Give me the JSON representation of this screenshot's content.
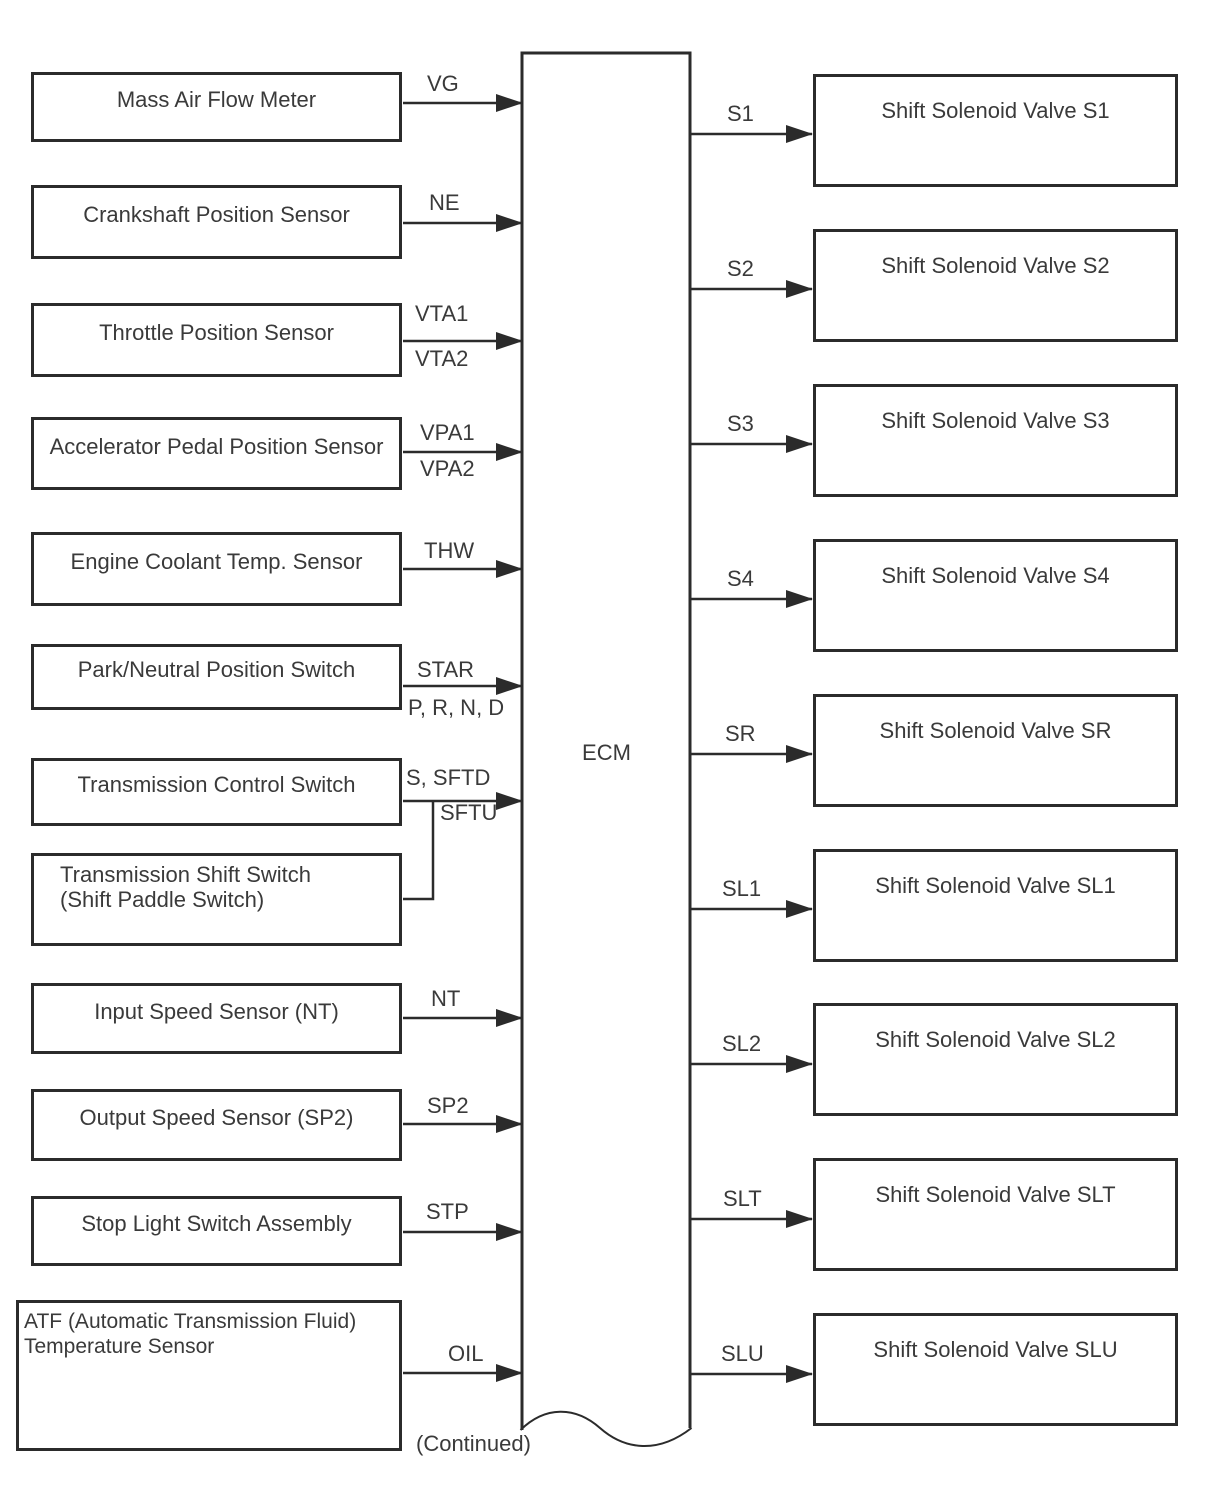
{
  "colors": {
    "line": "#2b2b2b",
    "text": "#3a3a3a"
  },
  "ecm_label": "ECM",
  "continued_label": "(Continued)",
  "inputs": [
    {
      "label": "Mass Air Flow Meter",
      "signal_top": "VG"
    },
    {
      "label": "Crankshaft Position Sensor",
      "signal_top": "NE"
    },
    {
      "label": "Throttle Position Sensor",
      "signal_top": "VTA1",
      "signal_bottom": "VTA2"
    },
    {
      "label": "Accelerator Pedal Position Sensor",
      "signal_top": "VPA1",
      "signal_bottom": "VPA2"
    },
    {
      "label": "Engine Coolant Temp. Sensor",
      "signal_top": "THW"
    },
    {
      "label": "Park/Neutral Position Switch",
      "signal_top": "STAR",
      "signal_bottom": "P, R, N, D"
    },
    {
      "label": "Transmission Control Switch",
      "signal_top": "S, SFTD",
      "signal_bottom": "SFTU"
    },
    {
      "label_line1": "Transmission Shift Switch",
      "label_line2": "(Shift Paddle Switch)"
    },
    {
      "label": "Input Speed Sensor (NT)",
      "signal_top": "NT"
    },
    {
      "label": "Output Speed Sensor (SP2)",
      "signal_top": "SP2"
    },
    {
      "label": "Stop Light Switch Assembly",
      "signal_top": "STP"
    },
    {
      "label_line1": "ATF (Automatic Transmission Fluid)",
      "label_line2": "Temperature Sensor",
      "signal_top": "OIL"
    }
  ],
  "outputs": [
    {
      "signal": "S1",
      "label": "Shift Solenoid Valve S1"
    },
    {
      "signal": "S2",
      "label": "Shift Solenoid Valve S2"
    },
    {
      "signal": "S3",
      "label": "Shift Solenoid Valve S3"
    },
    {
      "signal": "S4",
      "label": "Shift Solenoid Valve S4"
    },
    {
      "signal": "SR",
      "label": "Shift Solenoid Valve SR"
    },
    {
      "signal": "SL1",
      "label": "Shift Solenoid Valve SL1"
    },
    {
      "signal": "SL2",
      "label": "Shift Solenoid Valve SL2"
    },
    {
      "signal": "SLT",
      "label": "Shift Solenoid Valve SLT"
    },
    {
      "signal": "SLU",
      "label": "Shift Solenoid Valve SLU"
    }
  ]
}
